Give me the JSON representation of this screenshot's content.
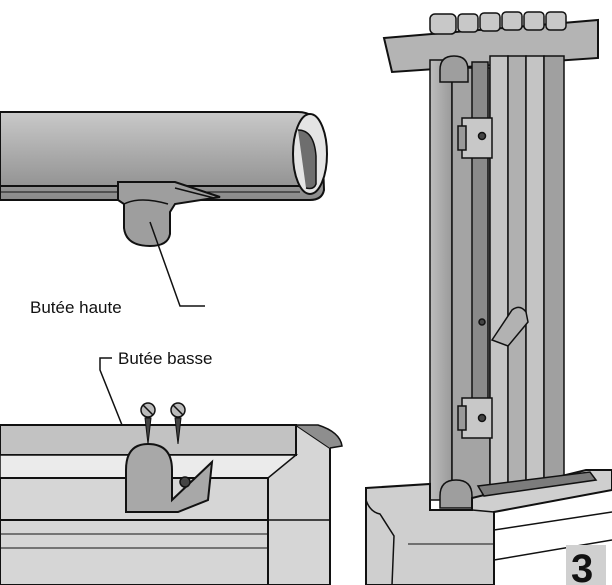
{
  "labels": {
    "top_stop": "Butée haute",
    "bottom_stop": "Butée basse"
  },
  "step_number": "3"
}
